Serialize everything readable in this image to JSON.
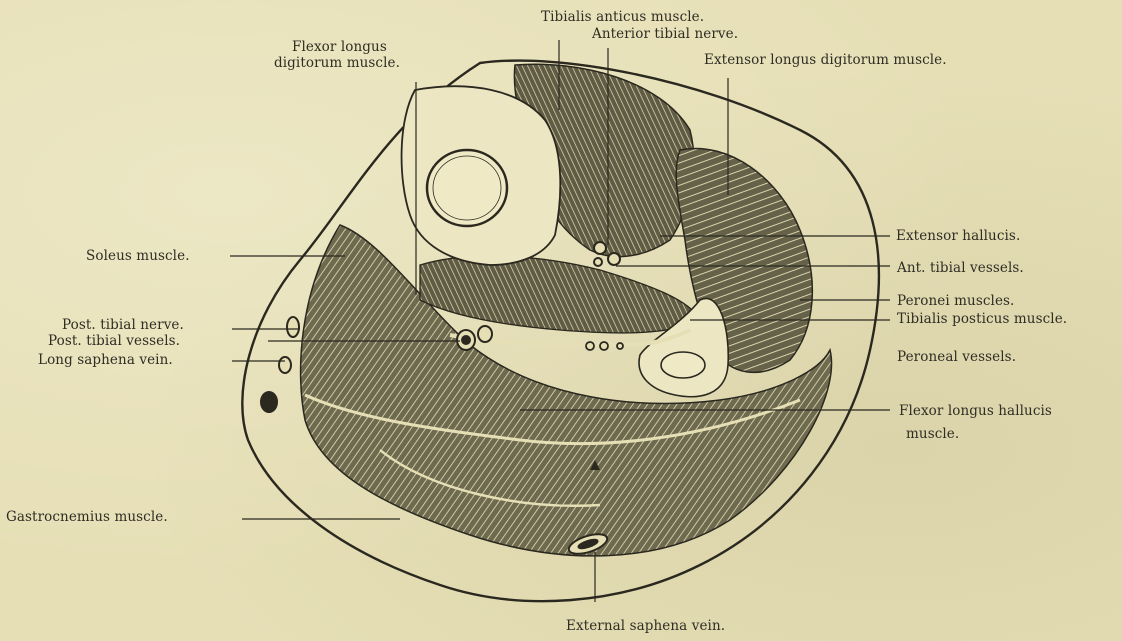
{
  "labels": {
    "tibialis_anticus": "Tibialis anticus muscle.",
    "anterior_tibial_nerve": "Anterior tibial nerve.",
    "flexor_longus_digitorum_l1": "Flexor longus",
    "flexor_longus_digitorum_l2": "digitorum muscle.",
    "extensor_longus_digitorum": "Extensor longus digitorum muscle.",
    "extensor_hallucis": "Extensor hallucis.",
    "ant_tibial_vessels": "Ant. tibial vessels.",
    "peronei_muscles": "Peronei muscles.",
    "tibialis_posticus": "Tibialis posticus muscle.",
    "peroneal_vessels": "Peroneal vessels.",
    "flexor_longus_hallucis_l1": "Flexor longus hallucis",
    "flexor_longus_hallucis_l2": "muscle.",
    "soleus": "Soleus muscle.",
    "post_tibial_nerve": "Post. tibial nerve.",
    "post_tibial_vessels": "Post. tibial vessels.",
    "long_saphena_vein": "Long saphena vein.",
    "gastrocnemius": "Gastrocnemius muscle.",
    "external_saphena_vein": "External saphena vein."
  },
  "colors": {
    "paper": "#e6dfb6",
    "ink": "#2f2d24",
    "muscle_fill": "#8f8a6a"
  }
}
